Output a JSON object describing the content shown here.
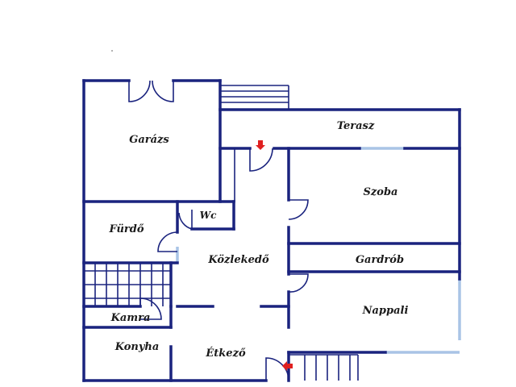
{
  "floor_plan": {
    "colors": {
      "wall": "#1a237e",
      "window": "#a9c4e6",
      "entrance_arrow": "#e02020",
      "background": "#ffffff"
    },
    "rooms": {
      "garazs": "Garázs",
      "terasz": "Terasz",
      "szoba": "Szoba",
      "furdo": "Fürdő",
      "wc": "Wc",
      "kozlekedo": "Közlekedő",
      "gardrob": "Gardrób",
      "kamra": "Kamra",
      "nappali": "Nappali",
      "konyha": "Konyha",
      "etkezo": "Étkező"
    },
    "entrances": [
      {
        "name": "terrace-entrance",
        "icon": "red-arrow-down"
      },
      {
        "name": "front-entrance",
        "icon": "red-arrow-left"
      }
    ]
  }
}
